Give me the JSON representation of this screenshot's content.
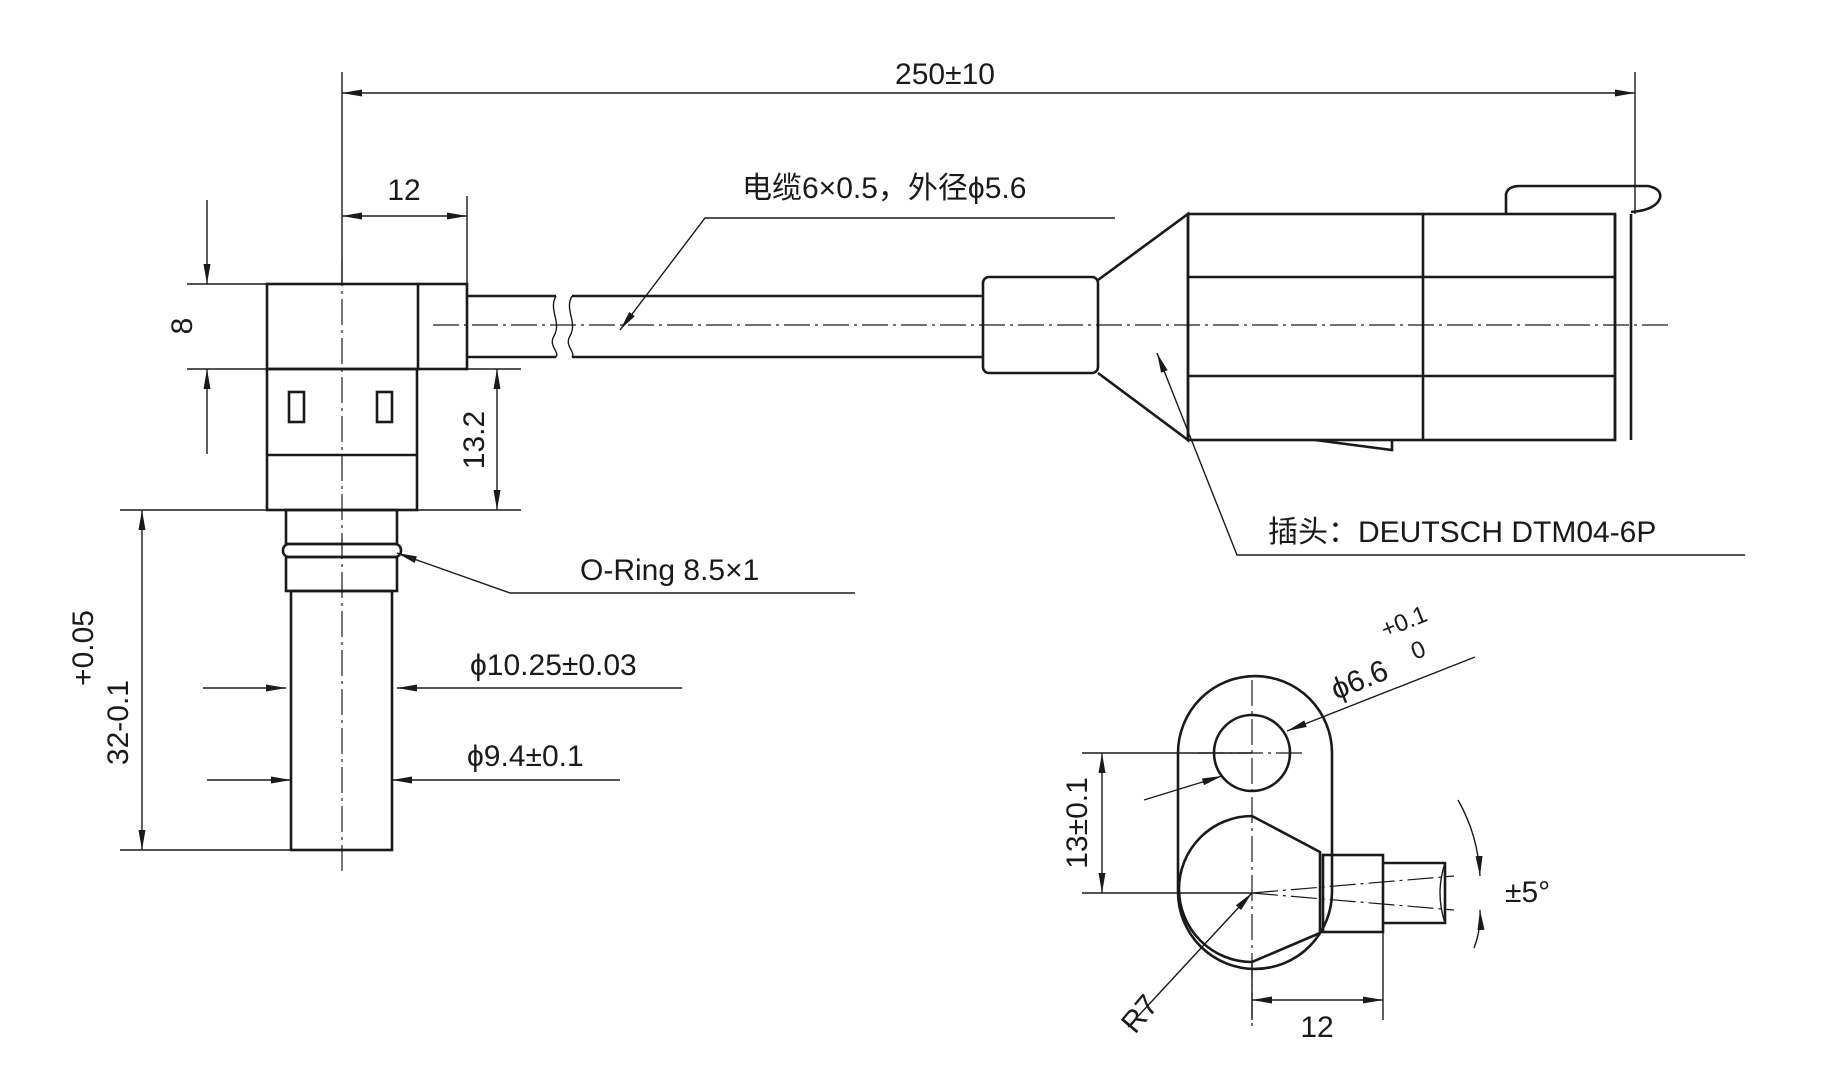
{
  "dimensions": {
    "overall_length": "250±10",
    "cable_exit_offset": "12",
    "head_height": "8",
    "body_height": "13.2",
    "probe_length_base": "32",
    "probe_length_upper_tol": "+0.05",
    "probe_length_lower_tol": "-0.1",
    "shoulder_diameter": "ϕ10.25±0.03",
    "probe_diameter": "ϕ9.4±0.1",
    "hole_spacing": "13±0.1",
    "hole_diameter": "ϕ6.6",
    "hole_tol_upper": "+0.1",
    "hole_tol_lower": "0",
    "flange_radius": "R7",
    "cable_offset_bottom": "12",
    "cable_angle": "±5°"
  },
  "callouts": {
    "cable": "电缆6×0.5，外径ϕ5.6",
    "connector": "插头：DEUTSCH DTM04-6P",
    "o_ring": "O-Ring 8.5×1"
  }
}
